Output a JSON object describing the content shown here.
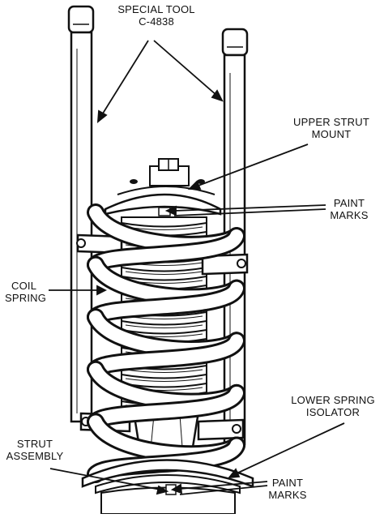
{
  "labels": {
    "special_tool": {
      "line1": "SPECIAL TOOL",
      "line2": "C-4838"
    },
    "upper_strut_mount": {
      "line1": "UPPER STRUT",
      "line2": "MOUNT"
    },
    "paint_marks_upper": {
      "line1": "PAINT",
      "line2": "MARKS"
    },
    "coil_spring": {
      "line1": "COIL",
      "line2": "SPRING"
    },
    "lower_spring_isolator": {
      "line1": "LOWER SPRING",
      "line2": "ISOLATOR"
    },
    "strut_assembly": {
      "line1": "STRUT",
      "line2": "ASSEMBLY"
    },
    "paint_marks_lower": {
      "line1": "PAINT",
      "line2": "MARKS"
    }
  },
  "colors": {
    "ink": "#111111",
    "paper": "#ffffff"
  }
}
